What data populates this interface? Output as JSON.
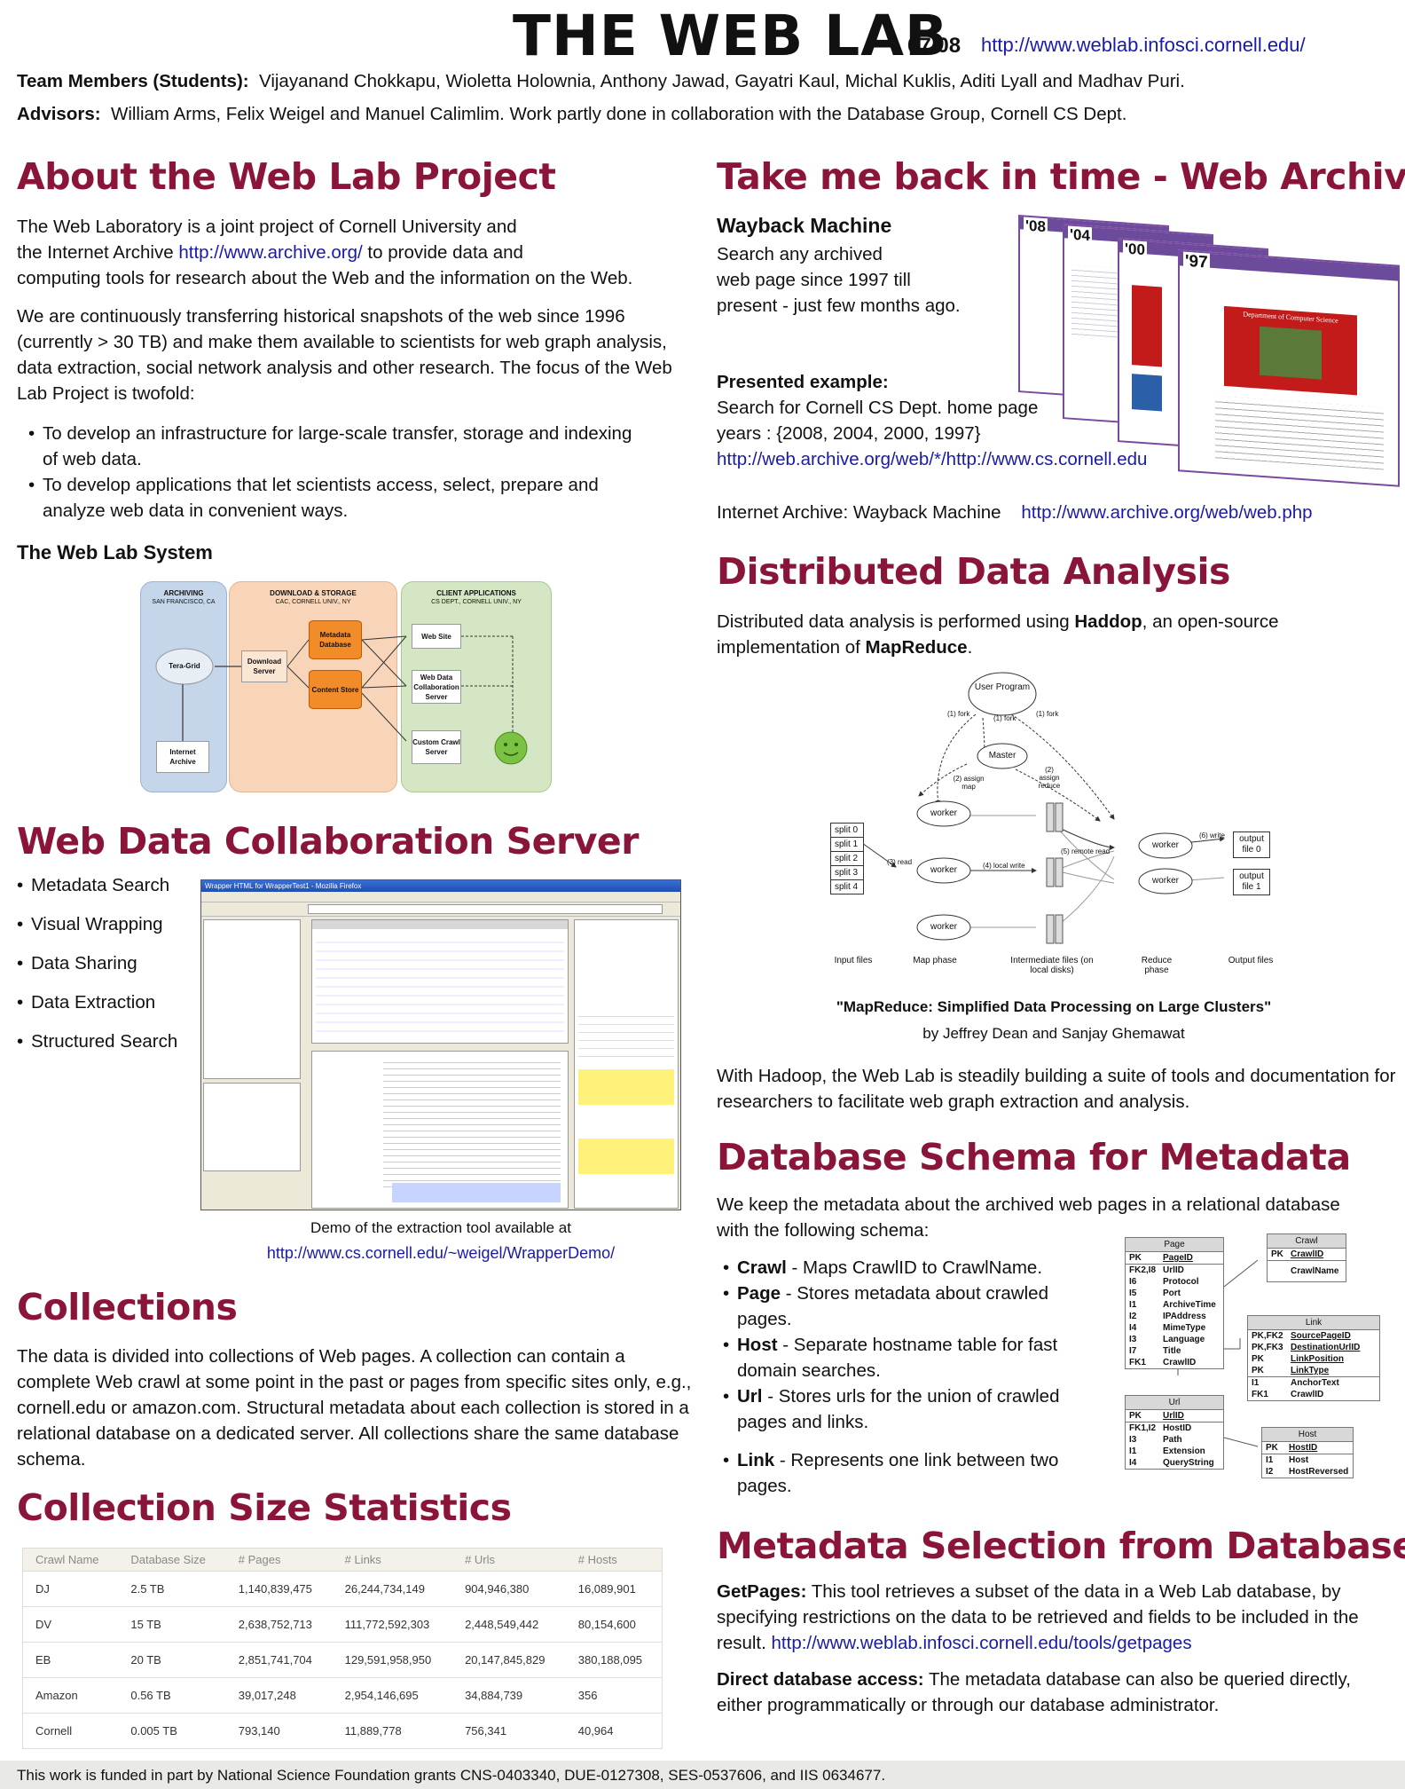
{
  "header": {
    "title": "THE WEB LAB",
    "date": "07/08",
    "url": "http://www.weblab.infosci.cornell.edu/",
    "team_label": "Team Members (Students):",
    "team": "Vijayanand Chokkapu, Wioletta Holownia, Anthony Jawad, Gayatri Kaul, Michal Kuklis, Aditi Lyall and Madhav Puri.",
    "advisors_label": "Advisors:",
    "advisors": "William Arms, Felix Weigel and Manuel Calimlim. Work partly done in collaboration with the Database Group, Cornell CS Dept."
  },
  "about": {
    "heading": "About the Web Lab Project",
    "p1_a": "The Web Laboratory is a joint project of Cornell University and",
    "p1_b": "the Internet Archive",
    "p1_link": "http://www.archive.org/",
    "p1_c": "to provide data and",
    "p1_d": "computing tools for research about the Web and the information on the Web.",
    "p2": "We are continuously transferring historical snapshots of the web since 1996 (currently > 30 TB) and make them available to scientists for web graph analysis, data extraction, social network analysis and other research. The focus of the Web Lab Project is twofold:",
    "bullets": [
      "To develop an infrastructure for large-scale transfer, storage and indexing of web data.",
      "To develop applications that let scientists access, select, prepare and analyze web data in convenient ways."
    ],
    "system_heading": "The Web Lab System"
  },
  "system": {
    "archiving": "ARCHIVING",
    "archiving_sub": "SAN FRANCISCO, CA",
    "download": "DOWNLOAD & STORAGE",
    "download_sub": "CAC, CORNELL UNIV., NY",
    "client": "CLIENT APPLICATIONS",
    "client_sub": "CS DEPT., CORNELL UNIV., NY",
    "teragrid": "Tera-Grid",
    "internet_archive": "Internet Archive",
    "download_server": "Download Server",
    "metadata_db": "Metadata Database",
    "content_store": "Content Store",
    "web_site": "Web Site",
    "collab_server": "Web Data Collaboration Server",
    "crawl_server": "Custom Crawl Server"
  },
  "collab": {
    "heading": "Web Data Collaboration Server",
    "bullets": [
      "Metadata Search",
      "Visual Wrapping",
      "Data Sharing",
      "Data Extraction",
      "Structured Search"
    ],
    "window_title": "Wrapper HTML for WrapperTest1 - Mozilla Firefox",
    "caption": "Demo of the extraction tool available at",
    "caption_link": "http://www.cs.cornell.edu/~weigel/WrapperDemo/"
  },
  "collections": {
    "heading": "Collections",
    "text": "The data is divided into collections of Web pages.  A collection can contain a complete Web crawl at some point in the past or pages from specific sites only, e.g., cornell.edu or amazon.com.  Structural metadata about each collection is stored in a relational database on a dedicated server. All collections share the same database schema."
  },
  "stats": {
    "heading": "Collection Size Statistics",
    "columns": [
      "Crawl Name",
      "Database Size",
      "# Pages",
      "# Links",
      "# Urls",
      "# Hosts"
    ],
    "rows": [
      [
        "DJ",
        "2.5 TB",
        "1,140,839,475",
        "26,244,734,149",
        "904,946,380",
        "16,089,901"
      ],
      [
        "DV",
        "15 TB",
        "2,638,752,713",
        "111,772,592,303",
        "2,448,549,442",
        "80,154,600"
      ],
      [
        "EB",
        "20 TB",
        "2,851,741,704",
        "129,591,958,950",
        "20,147,845,829",
        "380,188,095"
      ],
      [
        "Amazon",
        "0.56 TB",
        "39,017,248",
        "2,954,146,695",
        "34,884,739",
        "356"
      ],
      [
        "Cornell",
        "0.005 TB",
        "793,140",
        "11,889,778",
        "756,341",
        "40,964"
      ]
    ]
  },
  "archive": {
    "heading": "Take me back in time - Web Archive",
    "wayback_title": "Wayback Machine",
    "wayback_l1": "Search any archived",
    "wayback_l2": "web page since 1997 till",
    "wayback_l3": "present - just few months ago.",
    "example_title": "Presented example:",
    "example_l1": "Search for Cornell CS Dept. home page",
    "example_l2": "years : {2008, 2004, 2000, 1997}",
    "example_link": "http://web.archive.org/web/*/http://www.cs.cornell.edu",
    "ia_label": "Internet Archive: Wayback Machine",
    "ia_link": "http://www.archive.org/web/web.php",
    "years": [
      "'08",
      "'04",
      "'00",
      "'97"
    ],
    "dept_title": "Department of Computer Science"
  },
  "dda": {
    "heading": "Distributed Data Analysis",
    "text_a": "Distributed data analysis is performed using",
    "hadoop": "Haddop",
    "text_b": ", an open-source",
    "text_c": "implementation of",
    "mapreduce": "MapReduce",
    "text_d": ".",
    "paper_title": "\"MapReduce: Simplified Data Processing on Large Clusters\"",
    "paper_authors": "by Jeffrey Dean and Sanjay Ghemawat",
    "after": "With Hadoop, the Web Lab is steadily building a suite of tools and documentation for researchers to facilitate web graph extraction and analysis."
  },
  "mr": {
    "user_program": "User Program",
    "master": "Master",
    "worker": "worker",
    "splits": [
      "split 0",
      "split 1",
      "split 2",
      "split 3",
      "split 4"
    ],
    "outputs": [
      "output file 0",
      "output file 1"
    ],
    "fork1": "(1) fork",
    "fork2": "(1) fork",
    "fork3": "(1) fork",
    "assign_map": "(2) assign map",
    "assign_reduce": "(2) assign reduce",
    "read": "(3) read",
    "local_write": "(4) local write",
    "remote_read": "(5) remote read",
    "write": "(6) write",
    "labels": [
      "Input files",
      "Map phase",
      "Intermediate files (on local disks)",
      "Reduce phase",
      "Output files"
    ]
  },
  "schema": {
    "heading": "Database Schema for Metadata",
    "intro": "We keep the metadata about the archived web pages in a relational database with the following schema:",
    "items": [
      {
        "name": "Crawl",
        "desc": "- Maps CrawlID to CrawlName."
      },
      {
        "name": "Page",
        "desc": "- Stores metadata about crawled pages."
      },
      {
        "name": "Host",
        "desc": "- Separate hostname table for fast domain searches."
      },
      {
        "name": "Url",
        "desc": "- Stores urls for the union of crawled pages and links."
      },
      {
        "name": "Link",
        "desc": "- Represents one link between two pages."
      }
    ]
  },
  "selection": {
    "heading": "Metadata Selection from Database",
    "gp_label": "GetPages:",
    "gp_text": "This tool retrieves a subset of the data in a Web Lab database, by specifying restrictions on the data to be retrieved and fields to be included in the result.",
    "gp_link": "http://www.weblab.infosci.cornell.edu/tools/getpages",
    "dd_label": "Direct database access:",
    "dd_text": "The metadata database can also be queried directly, either programmatically or through our database administrator."
  },
  "footer": {
    "text": "This work is funded in part by National Science Foundation grants CNS-0403340, DUE-0127308, SES-0537606, and IIS 0634677."
  }
}
